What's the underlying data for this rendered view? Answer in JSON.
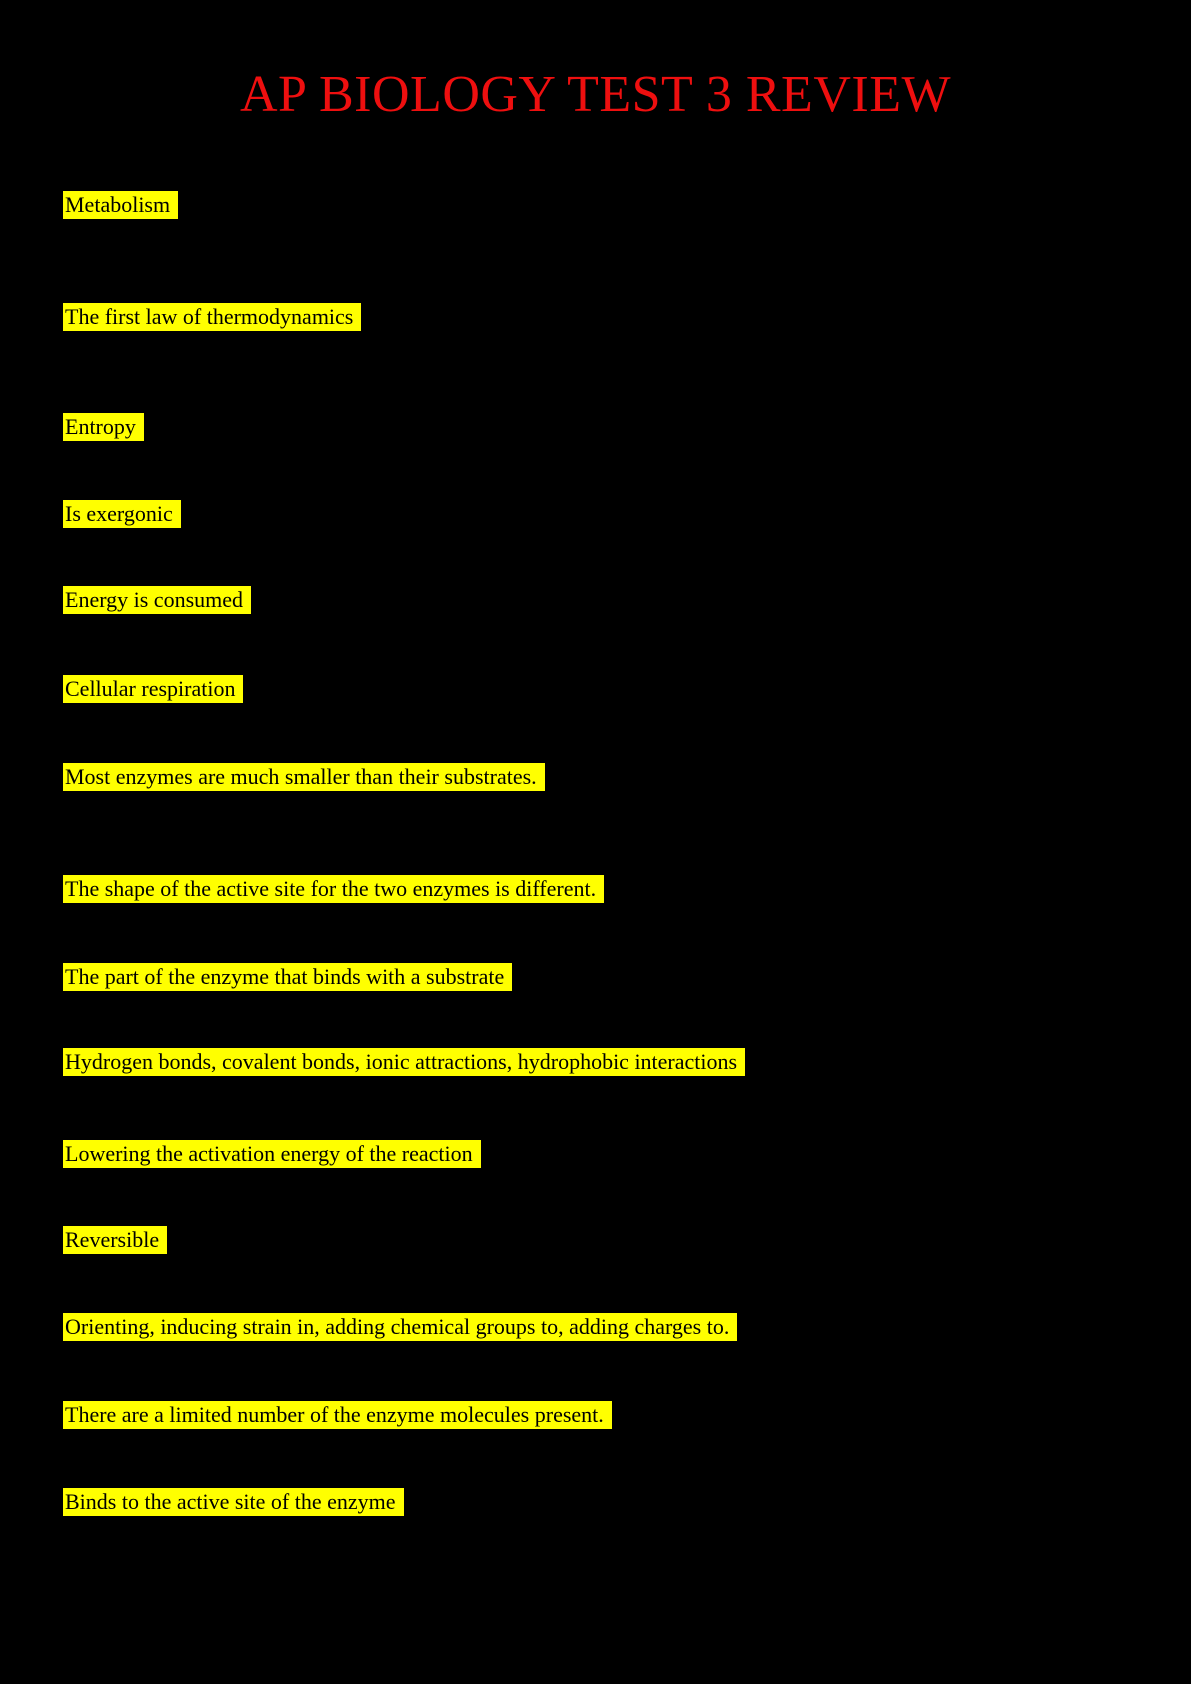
{
  "page": {
    "title": "AP BIOLOGY TEST 3 REVIEW",
    "colors": {
      "background": "#000000",
      "title": "#ee0f0f",
      "highlight": "#ffff00",
      "highlight_text": "#000000"
    }
  },
  "answers": [
    "Metabolism",
    "The first law of thermodynamics",
    "Entropy",
    "Is exergonic",
    "Energy is consumed",
    "Cellular respiration",
    "Most enzymes are much smaller than their substrates.",
    "The shape of the active site for the two enzymes is different.",
    "The part of the enzyme that binds with a substrate",
    "Hydrogen bonds, covalent bonds, ionic attractions, hydrophobic interactions",
    "Lowering the activation energy of the reaction",
    "Reversible",
    "Orienting, inducing strain in, adding chemical groups to, adding charges to.",
    "There are a limited number of the enzyme molecules present.",
    "Binds to the active site of the enzyme"
  ]
}
